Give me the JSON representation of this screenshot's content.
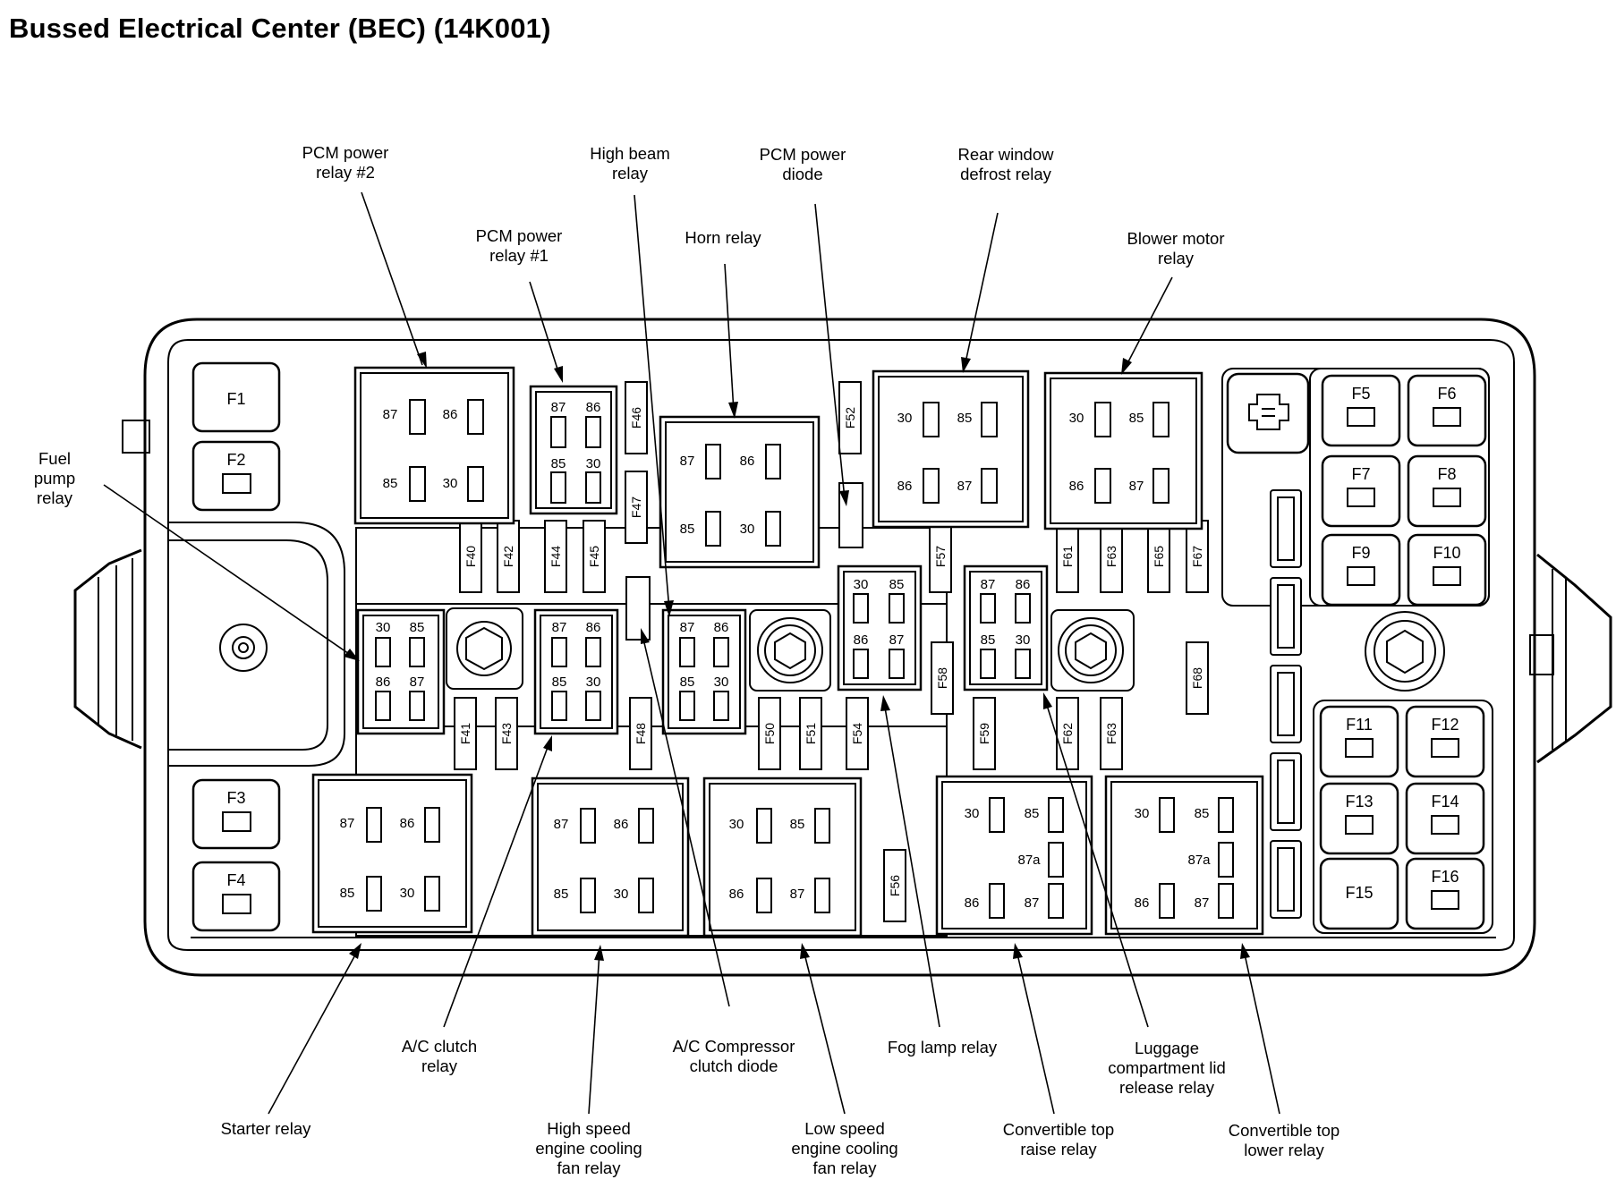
{
  "title": "Bussed Electrical Center (BEC) (14K001)",
  "callouts": {
    "pcm_power_relay_2": [
      "PCM power",
      "relay #2"
    ],
    "high_beam_relay": [
      "High beam",
      "relay"
    ],
    "pcm_power_diode": [
      "PCM power",
      "diode"
    ],
    "rear_window_defrost_relay": [
      "Rear window",
      "defrost relay"
    ],
    "pcm_power_relay_1": [
      "PCM power",
      "relay #1"
    ],
    "horn_relay": [
      "Horn relay"
    ],
    "blower_motor_relay": [
      "Blower motor",
      "relay"
    ],
    "fuel_pump_relay": [
      "Fuel",
      "pump",
      "relay"
    ],
    "starter_relay": [
      "Starter relay"
    ],
    "ac_clutch_relay": [
      "A/C clutch",
      "relay"
    ],
    "high_speed_fan_relay": [
      "High speed",
      "engine cooling",
      "fan relay"
    ],
    "ac_compressor_clutch_diode": [
      "A/C Compressor",
      "clutch diode"
    ],
    "low_speed_fan_relay": [
      "Low speed",
      "engine cooling",
      "fan relay"
    ],
    "fog_lamp_relay": [
      "Fog lamp relay"
    ],
    "convertible_top_raise_relay": [
      "Convertible top",
      "raise relay"
    ],
    "luggage_lid_release_relay": [
      "Luggage",
      "compartment lid",
      "release relay"
    ],
    "convertible_top_lower_relay": [
      "Convertible top",
      "lower relay"
    ]
  },
  "maxi_fuses": {
    "left": [
      "F1",
      "F2",
      "F3",
      "F4"
    ],
    "right": [
      "F5",
      "F6",
      "F7",
      "F8",
      "F9",
      "F10",
      "F11",
      "F12",
      "F13",
      "F14",
      "F15",
      "F16"
    ]
  },
  "mini_fuses": {
    "top_row": [
      "F40",
      "F42",
      "F44",
      "F45",
      "F46",
      "F47",
      "F52",
      "F57",
      "F61",
      "F63",
      "F65",
      "F67"
    ],
    "bottom_row": [
      "F41",
      "F43",
      "F48",
      "F50",
      "F51",
      "F54",
      "F56",
      "F58",
      "F59",
      "F62",
      "F63",
      "F68"
    ]
  },
  "relays": {
    "pcm2": [
      "87",
      "86",
      "85",
      "30"
    ],
    "pcm1": [
      "87",
      "86",
      "85",
      "30"
    ],
    "horn": [
      "87",
      "86",
      "85",
      "30"
    ],
    "rear_defrost": [
      "30",
      "85",
      "86",
      "87"
    ],
    "blower": [
      "30",
      "85",
      "86",
      "87"
    ],
    "fuel_pump": [
      "30",
      "85",
      "86",
      "87"
    ],
    "ac_clutch": [
      "87",
      "86",
      "85",
      "30"
    ],
    "high_beam": [
      "87",
      "86",
      "85",
      "30"
    ],
    "fog_lamp": [
      "30",
      "85",
      "86",
      "87"
    ],
    "luggage": [
      "87",
      "86",
      "85",
      "30"
    ],
    "starter": [
      "87",
      "86",
      "85",
      "30"
    ],
    "high_speed_fan": [
      "87",
      "86",
      "85",
      "30"
    ],
    "low_speed_fan": [
      "30",
      "85",
      "86",
      "87"
    ],
    "conv_raise": [
      "30",
      "85",
      "87a",
      "86",
      "87"
    ],
    "conv_lower": [
      "30",
      "85",
      "87a",
      "86",
      "87"
    ]
  }
}
